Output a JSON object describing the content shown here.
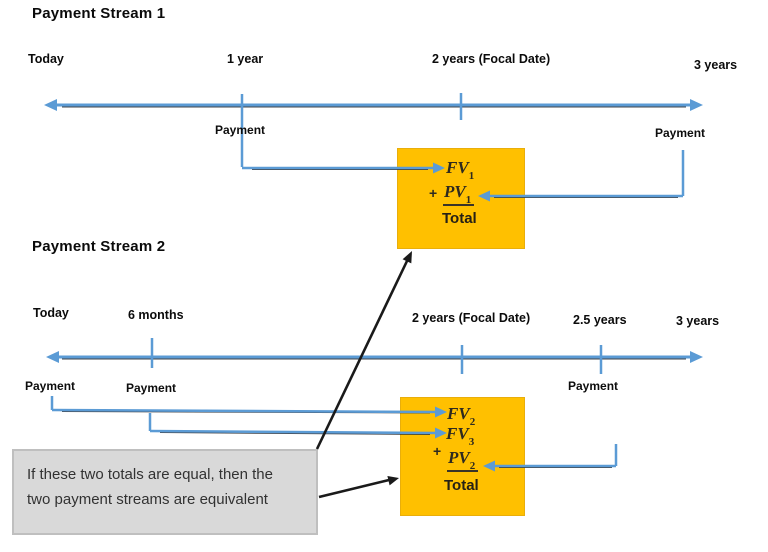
{
  "stream1": {
    "title": "Payment Stream 1",
    "labels": {
      "today": "Today",
      "year1": "1 year",
      "focal": "2 years (Focal Date)",
      "year3": "3 years",
      "payment_1yr": "Payment",
      "payment_3yr": "Payment"
    },
    "box": {
      "fv_base": "FV",
      "fv_sub": "1",
      "plus": "+",
      "pv_base": "PV",
      "pv_sub": "1",
      "total": "Total"
    }
  },
  "stream2": {
    "title": "Payment Stream 2",
    "labels": {
      "today": "Today",
      "months6": "6 months",
      "focal": "2 years (Focal Date)",
      "years25": "2.5 years",
      "years3": "3 years",
      "payment_today": "Payment",
      "payment_6mo": "Payment",
      "payment_25yr": "Payment"
    },
    "box": {
      "fv2_base": "FV",
      "fv2_sub": "2",
      "fv3_base": "FV",
      "fv3_sub": "3",
      "plus": "+",
      "pv_base": "PV",
      "pv_sub": "2",
      "total": "Total"
    }
  },
  "callout": {
    "line1": "If these two totals are equal, then the",
    "line2": "two payment streams are equivalent"
  },
  "colors": {
    "timeline_blue": "#5B9BD5",
    "box_yellow": "#FFC000",
    "callout_gray": "#D9D9D9",
    "arrow_black": "#1a1a1a"
  }
}
